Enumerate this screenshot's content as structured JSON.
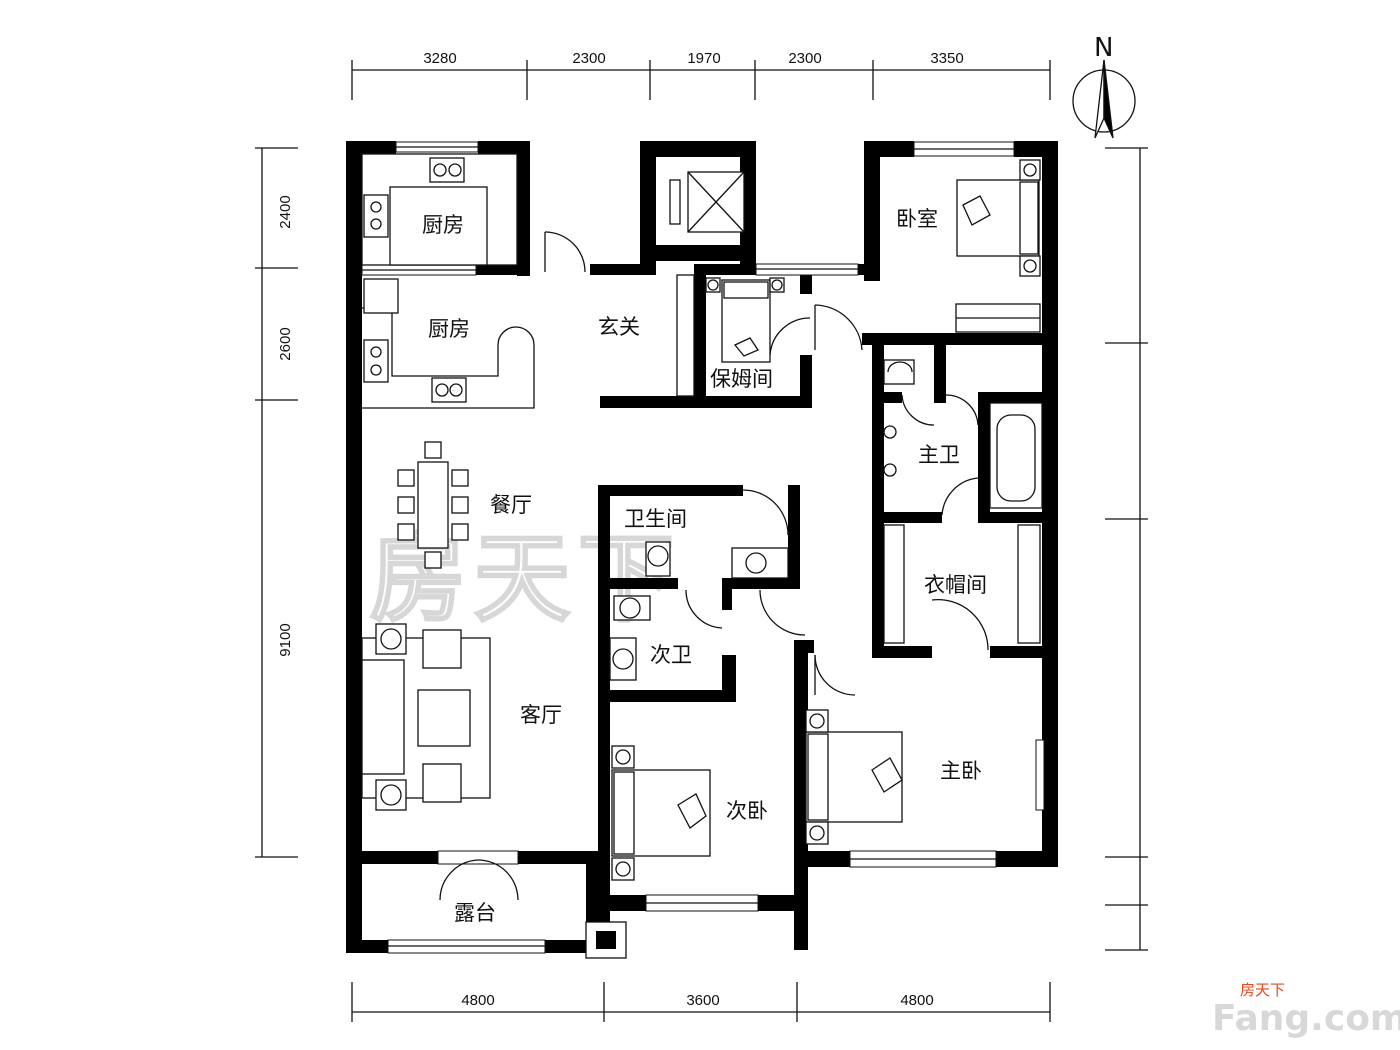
{
  "top_dimensions": [
    "3280",
    "2300",
    "1970",
    "2300",
    "3350"
  ],
  "left_dimensions": [
    "2400",
    "2600",
    "9100"
  ],
  "bottom_dimensions": [
    "4800",
    "3600",
    "4800"
  ],
  "rooms": {
    "kitchen_upper": "厨房",
    "kitchen_lower": "厨房",
    "foyer": "玄关",
    "nanny_room": "保姆间",
    "bedroom": "卧室",
    "master_bath": "主卫",
    "dining_room": "餐厅",
    "washroom": "卫生间",
    "cloakroom": "衣帽间",
    "living_room": "客厅",
    "second_bath": "次卫",
    "master_bedroom": "主卧",
    "second_bedroom": "次卧",
    "terrace": "露台"
  },
  "compass": {
    "label": "N"
  },
  "watermark": {
    "text": "房天下"
  },
  "logo": {
    "line1": "房天下",
    "line2": "Fang.com"
  },
  "colors": {
    "wall": "#000000",
    "watermark": "#d7d7d7",
    "logo_accent": "#e24a1c"
  }
}
